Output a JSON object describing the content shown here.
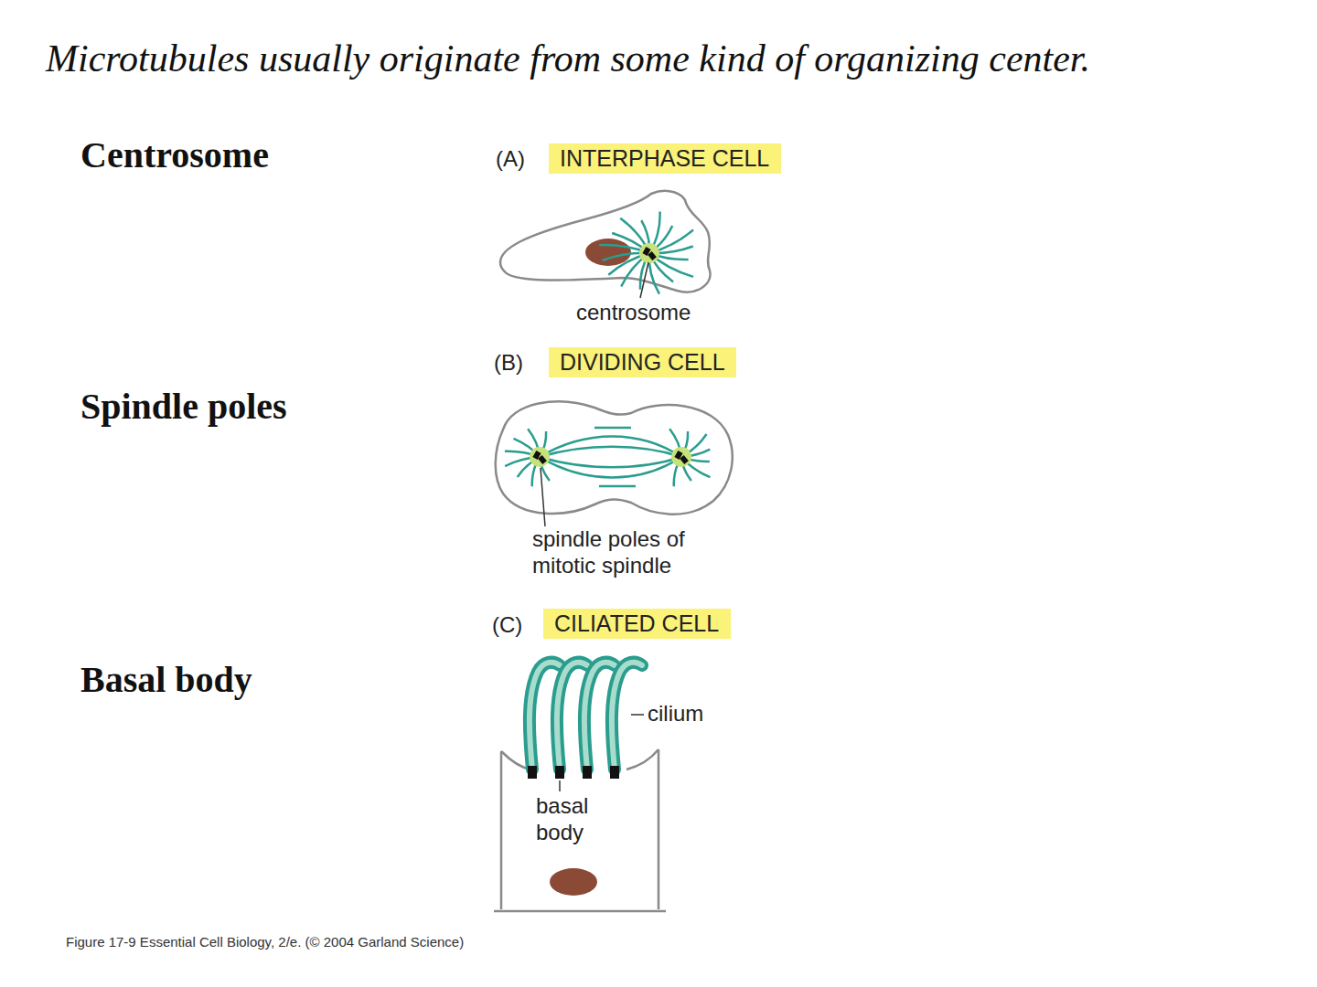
{
  "diagram": {
    "title": "Microtubules usually originate from some kind of organizing center.",
    "caption": "Figure 17-9 Essential Cell Biology, 2/e. (© 2004 Garland Science)",
    "nodes": [
      {
        "text": [
          "INTERPHASE CELL"
        ]
      },
      {
        "text": [
          "DIVIDING CELL"
        ]
      },
      {
        "text": [
          "CILIATED CELL"
        ]
      }
    ],
    "labels": [
      "Centrosome",
      "Spindle poles",
      "Basal body",
      "(A)",
      "centrosome",
      "(B)",
      "spindle poles of mitotic spindle",
      "(C)",
      "cilium",
      "basal body"
    ]
  }
}
